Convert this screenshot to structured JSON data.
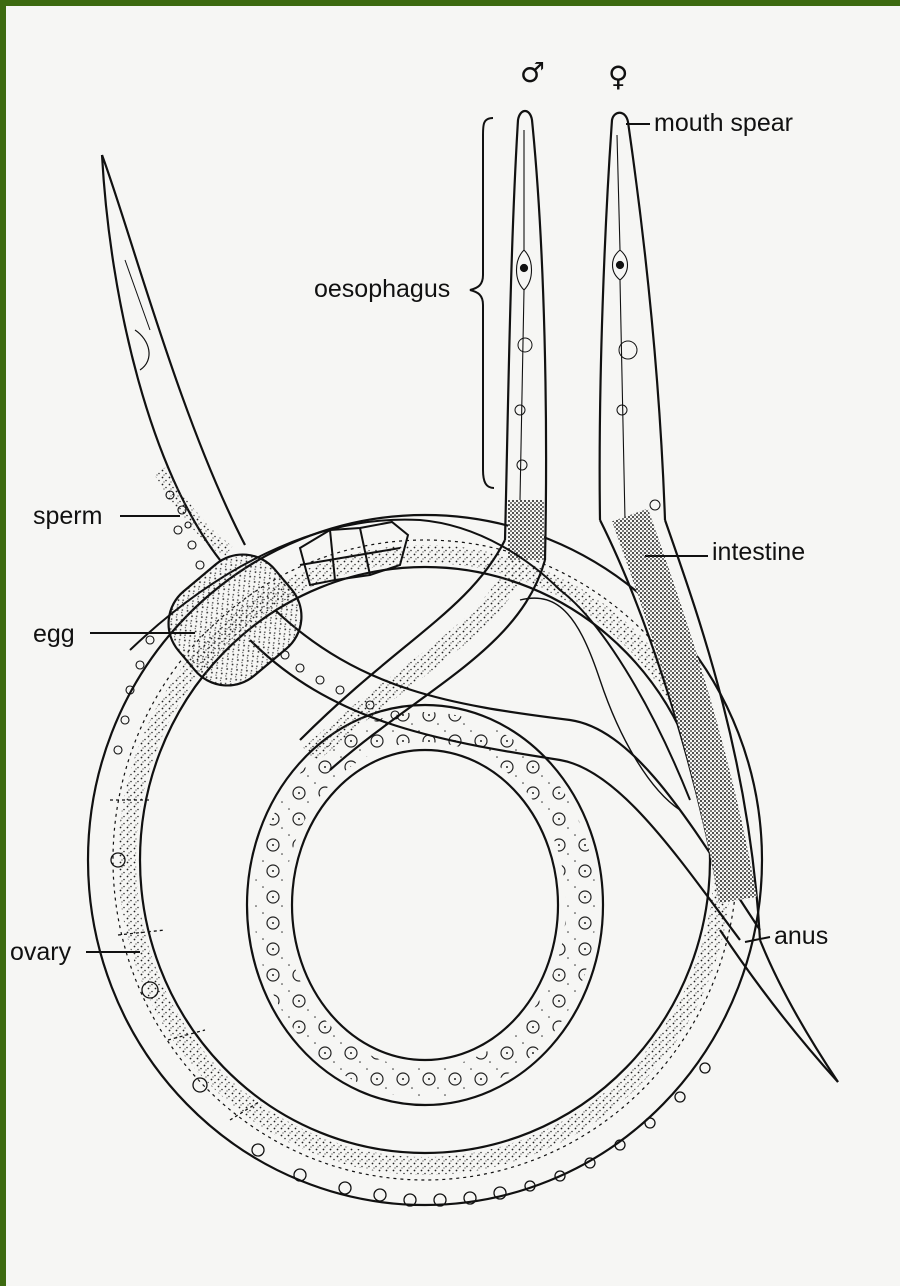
{
  "labels": {
    "male_symbol": "♂",
    "female_symbol": "♀",
    "mouth_spear": "mouth spear",
    "oesophagus": "oesophagus",
    "sperm": "sperm",
    "intestine": "intestine",
    "egg": "egg",
    "ovary": "ovary",
    "anus": "anus"
  },
  "colors": {
    "frame": "#3d6a10",
    "paper": "#f6f6f4",
    "ink": "#111111"
  }
}
